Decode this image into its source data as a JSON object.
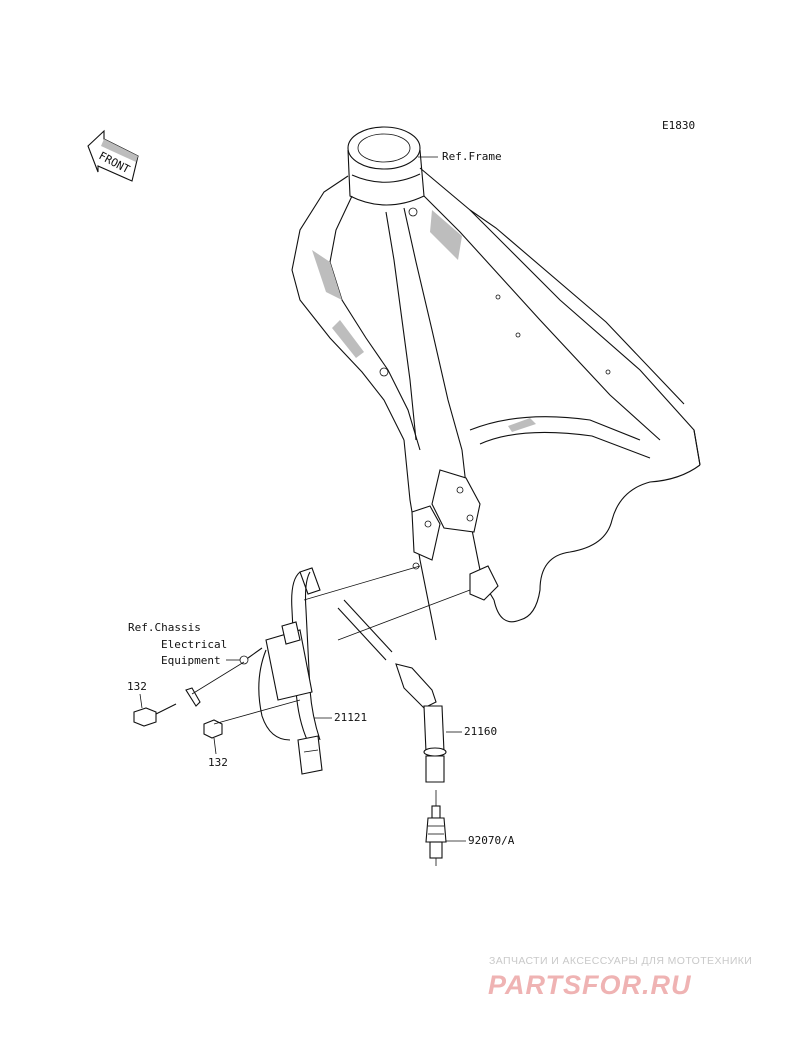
{
  "diagram_code": "E1830",
  "front_label": "FRONT",
  "labels": {
    "ref_frame": "Ref.Frame",
    "ref_chassis_1": "Ref.Chassis",
    "ref_chassis_2": "Electrical",
    "ref_chassis_3": "Equipment",
    "bolt_upper": "132",
    "bolt_lower": "132",
    "coil": "21121",
    "cap": "21160",
    "plug": "92070/A"
  },
  "watermark": {
    "tagline": "ЗАПЧАСТИ И АКСЕССУАРЫ ДЛЯ МОТОТЕХНИКИ",
    "logo": "PARTSFOR.RU"
  },
  "colors": {
    "line": "#111111",
    "watermark_logo": "#efb3b3",
    "watermark_text": "#c9c9c9"
  }
}
